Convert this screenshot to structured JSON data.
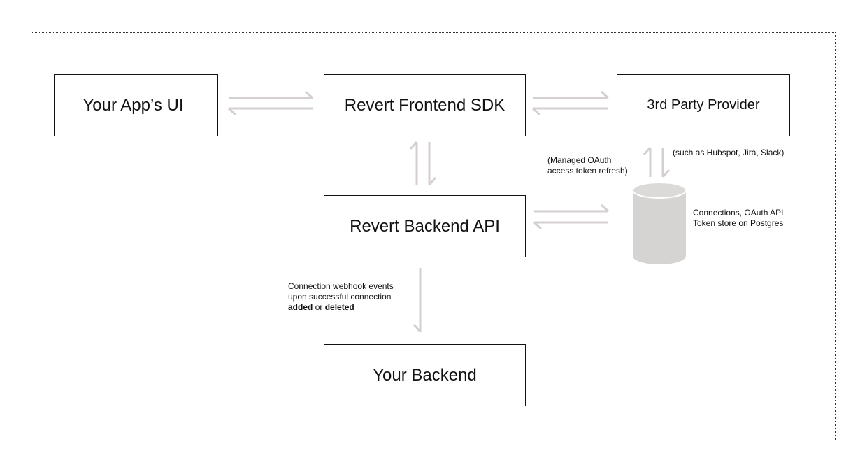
{
  "boxes": {
    "app_ui": "Your App’s UI",
    "frontend_sdk": "Revert Frontend SDK",
    "third_party": "3rd Party Provider",
    "backend_api": "Revert Backend API",
    "your_backend": "Your Backend"
  },
  "notes": {
    "oauth": [
      "(Managed OAuth",
      "access token refresh)"
    ],
    "providers": "(such as Hubspot, Jira, Slack)",
    "token_store": [
      "Connections, OAuth API",
      "Token store on Postgres"
    ],
    "webhook": {
      "line1": "Connection webhook events",
      "line2": "upon successful connection",
      "added": "added",
      "or": "or",
      "deleted": "deleted"
    }
  },
  "colors": {
    "arrow": "#d6cfcf",
    "database": "#d6d3d3",
    "border": "#111111"
  },
  "icons": {
    "database": "cylinder-database-icon"
  }
}
